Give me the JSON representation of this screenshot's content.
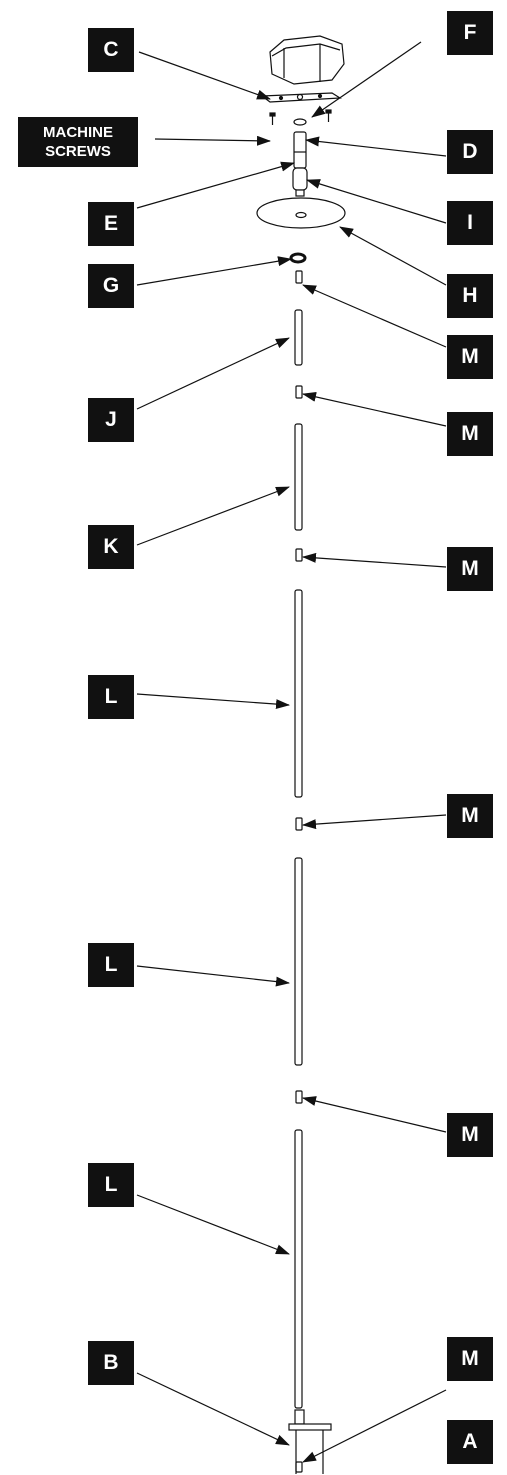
{
  "labels": {
    "a": "A",
    "b": "B",
    "c": "C",
    "d": "D",
    "e": "E",
    "f": "F",
    "g": "G",
    "h": "H",
    "i": "I",
    "j": "J",
    "k": "K",
    "l": "L",
    "m": "M",
    "machine_screws_line1": "MACHINE",
    "machine_screws_line2": "SCREWS"
  },
  "colors": {
    "label_bg": "#111111",
    "label_text": "#ffffff",
    "line": "#111111"
  }
}
